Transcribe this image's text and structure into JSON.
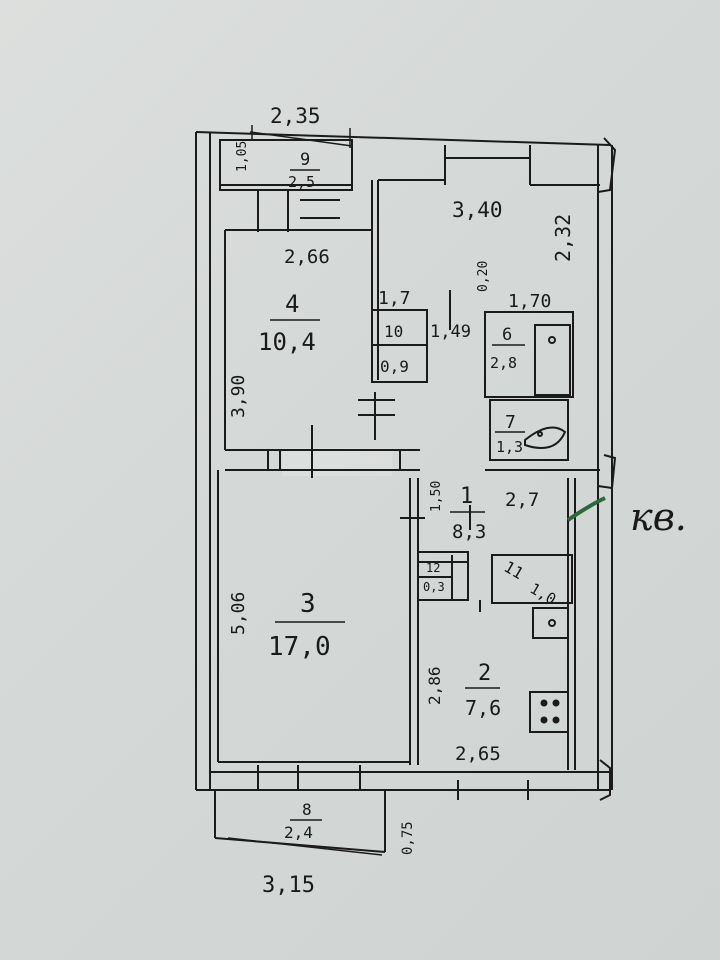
{
  "dimensions": {
    "top_width": "2,35",
    "left_small_height": "1,05",
    "top_mid_width": "3,40",
    "right_height": "2,32",
    "room4_width": "2,66",
    "corridor_width_a": "1,7",
    "corridor_height": "0,20",
    "bath_width": "1,70",
    "toilet_width": "1,49",
    "room4_height": "3,90",
    "hall_height": "1,50",
    "hall_width": "2,7",
    "room3_height": "5,06",
    "kitchen_height": "2,86",
    "kitchen_width": "2,65",
    "balcony_depth": "0,75",
    "bottom_width": "3,15"
  },
  "rooms": [
    {
      "number": "9",
      "area": "2,5"
    },
    {
      "number": "4",
      "area": "10,4"
    },
    {
      "number": "10",
      "area": "0,9"
    },
    {
      "number": "6",
      "area": "2,8"
    },
    {
      "number": "7",
      "area": "1,3"
    },
    {
      "number": "1",
      "area": "8,3"
    },
    {
      "number": "12",
      "area": "0,3"
    },
    {
      "number": "11",
      "area": "1,0"
    },
    {
      "number": "3",
      "area": "17,0"
    },
    {
      "number": "2",
      "area": "7,6"
    },
    {
      "number": "8",
      "area": "2,4"
    }
  ],
  "apartment_mark": "кв."
}
